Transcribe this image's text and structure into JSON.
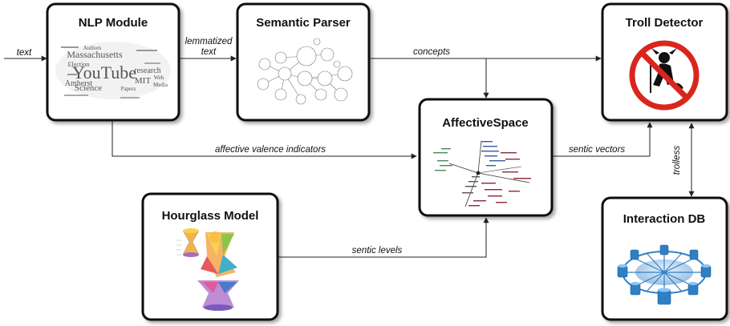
{
  "boxes": {
    "nlp_module": "NLP Module",
    "semantic_parser": "Semantic Parser",
    "troll_detector": "Troll Detector",
    "affective_space": "AffectiveSpace",
    "hourglass_model": "Hourglass Model",
    "interaction_db": "Interaction DB"
  },
  "edges": {
    "text": "text",
    "lemmatized_1": "lemmatized",
    "lemmatized_2": "text",
    "concepts": "concepts",
    "affective_valence": "affective valence indicators",
    "sentic_vectors": "sentic vectors",
    "trolless": "trolless",
    "sentic_levels": "sentic levels"
  },
  "word_cloud": [
    "Massachusetts",
    "YouTube",
    "Science",
    "research",
    "Amherst",
    "Election",
    "MIT",
    "Media",
    "Web",
    "Authors",
    "Papers"
  ],
  "colors": {
    "frame": "#111111",
    "prohibition": "#d9261c",
    "db_blue": "#2f7fc4",
    "arrow": "#222222"
  },
  "icons": [
    "troll-prohibited-icon",
    "database-network-icon",
    "hourglass-icon",
    "word-cloud-icon",
    "concept-graph-icon",
    "vector-space-icon"
  ]
}
